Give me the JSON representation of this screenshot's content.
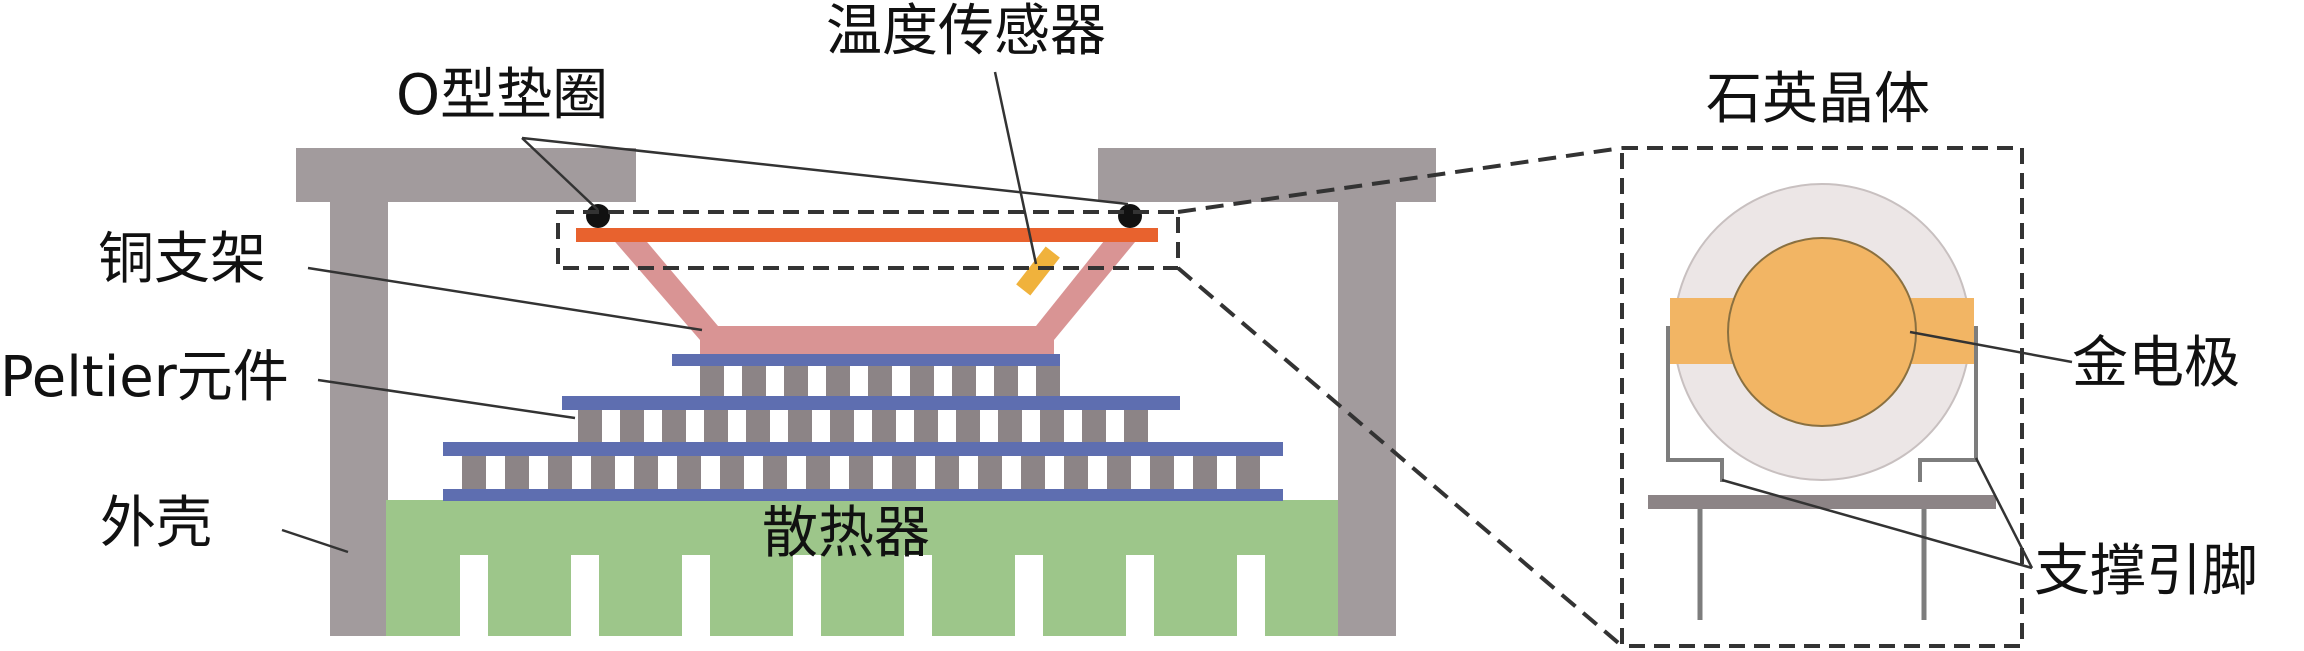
{
  "labels": {
    "temp_sensor": "温度传感器",
    "o_ring": "O型垫圈",
    "quartz_crystal": "石英晶体",
    "copper_bracket": "铜支架",
    "peltier": "Peltier元件",
    "housing": "外壳",
    "heatsink": "散热器",
    "gold_electrode": "金电极",
    "support_pins": "支撑引脚"
  },
  "colors": {
    "housing": "#a29b9d",
    "heatsink": "#9dc68a",
    "peltier_plate": "#5e6eb0",
    "peltier_pillar": "#8c8486",
    "copper_bracket": "#d99494",
    "quartz_plate": "#e8622e",
    "sensor": "#f0b23c",
    "o_ring": "#111111",
    "crystal_disc": "#ece6e6",
    "electrode": "#f2b564",
    "pin": "#7d7d7d",
    "leader_line": "#333333"
  }
}
